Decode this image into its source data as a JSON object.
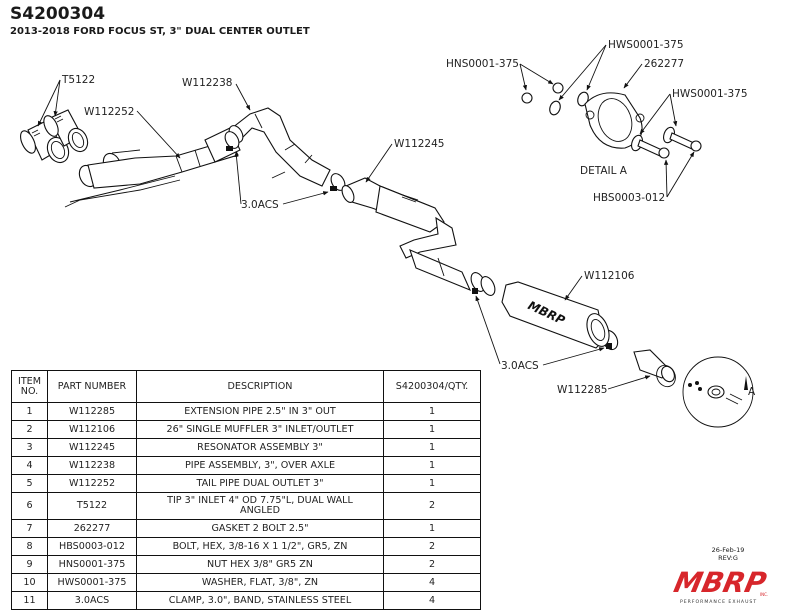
{
  "header": {
    "part_number": "S4200304",
    "title": "2013-2018 FORD FOCUS ST, 3\" DUAL CENTER OUTLET"
  },
  "callouts": {
    "t5122": "T5122",
    "w112252": "W112252",
    "w112238": "W112238",
    "acs_upper": "3.0ACS",
    "w112245": "W112245",
    "w112106": "W112106",
    "acs_lower": "3.0ACS",
    "w112285": "W112285",
    "hns": "HNS0001-375",
    "hws_top": "HWS0001-375",
    "gasket": "262277",
    "hws_right": "HWS0001-375",
    "detail_label": "DETAIL A",
    "hbs": "HBS0003-012",
    "detail_marker": "A"
  },
  "bom": {
    "headers": [
      "ITEM NO.",
      "PART NUMBER",
      "DESCRIPTION",
      "S4200304/QTY."
    ],
    "rows": [
      {
        "item": "1",
        "part": "W112285",
        "desc": "EXTENSION PIPE 2.5\" IN 3\" OUT",
        "qty": "1"
      },
      {
        "item": "2",
        "part": "W112106",
        "desc": "26\" SINGLE MUFFLER 3\" INLET/OUTLET",
        "qty": "1"
      },
      {
        "item": "3",
        "part": "W112245",
        "desc": "RESONATOR ASSEMBLY 3\"",
        "qty": "1"
      },
      {
        "item": "4",
        "part": "W112238",
        "desc": "PIPE ASSEMBLY, 3\", OVER AXLE",
        "qty": "1"
      },
      {
        "item": "5",
        "part": "W112252",
        "desc": "TAIL PIPE DUAL OUTLET 3\"",
        "qty": "1"
      },
      {
        "item": "6",
        "part": "T5122",
        "desc": "TIP 3\" INLET 4\" OD 7.75\"L, DUAL WALL ANGLED",
        "qty": "2"
      },
      {
        "item": "7",
        "part": "262277",
        "desc": "GASKET 2 BOLT 2.5\"",
        "qty": "1"
      },
      {
        "item": "8",
        "part": "HBS0003-012",
        "desc": "BOLT, HEX, 3/8-16 X 1 1/2\", GR5, ZN",
        "qty": "2"
      },
      {
        "item": "9",
        "part": "HNS0001-375",
        "desc": "NUT HEX 3/8\" GR5 ZN",
        "qty": "2"
      },
      {
        "item": "10",
        "part": "HWS0001-375",
        "desc": "WASHER, FLAT, 3/8\", ZN",
        "qty": "4"
      },
      {
        "item": "11",
        "part": "3.0ACS",
        "desc": "CLAMP, 3.0\", BAND, STAINLESS STEEL",
        "qty": "4"
      }
    ]
  },
  "revision": {
    "date": "26-Feb-19",
    "rev": "REV:G"
  },
  "logo": {
    "brand": "MBRP",
    "suffix": "INC.",
    "tagline": "PERFORMANCE EXHAUST",
    "brand_color": "#d7262b"
  }
}
